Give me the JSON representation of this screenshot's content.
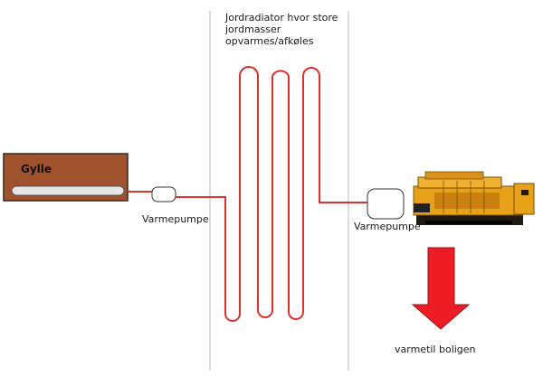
{
  "tank": {
    "label": "Gylle"
  },
  "pump_left": {
    "label": "Varmepumpe"
  },
  "pump_right": {
    "label": "Varmepumpe"
  },
  "radiator": {
    "lines": [
      "Jordradiator hvor store",
      "jordmasser",
      "opvarmes/afkøles"
    ]
  },
  "output": {
    "label": "varmetil boligen"
  },
  "colors": {
    "pipe": "#e0302b",
    "tank_fill": "#a0522d",
    "tank_border": "#3a2418",
    "divider": "#b8b8b8",
    "arrow": "#ee1c24",
    "engine": "#e8a21a"
  }
}
